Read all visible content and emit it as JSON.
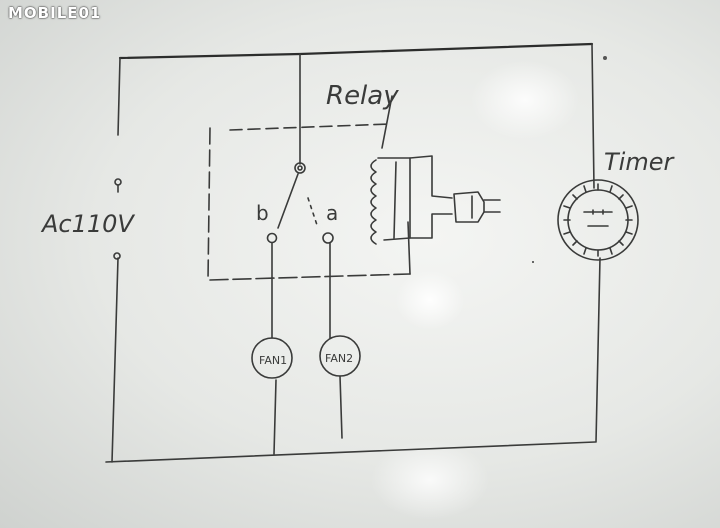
{
  "watermark": "MOBILE01",
  "labels": {
    "relay": "Relay",
    "timer": "Timer",
    "power": "Ac110V",
    "contact_b": "b",
    "contact_a": "a",
    "fan1": "FAN1",
    "fan2": "FAN2"
  },
  "colors": {
    "ink": "#3a3b3a",
    "board": "#eef0ed"
  }
}
